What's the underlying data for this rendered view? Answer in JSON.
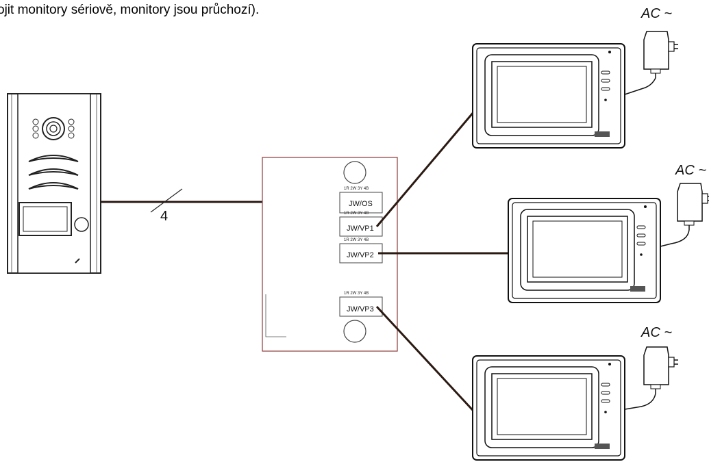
{
  "caption": {
    "text": "ojit monitory sériově, monitory jsou průchozí)."
  },
  "wire_count": "4",
  "distributor": {
    "connectors": [
      {
        "label": "JW/OS",
        "pins": "1R 2W 3Y 4B"
      },
      {
        "label": "JW/VP1",
        "pins": "1R 2W 3Y 4B"
      },
      {
        "label": "JW/VP2",
        "pins": "1R 2W 3Y 4B"
      },
      {
        "label": "JW/VP3",
        "pins": "1R 2W 3Y 4B"
      }
    ]
  },
  "power": {
    "top": "AC ~",
    "middle": "AC ~",
    "bottom": "AC ~"
  },
  "colors": {
    "distributor_border": "#8b3a3a",
    "wire": "#2b1a12",
    "caption_link": "#2a4fd6"
  }
}
